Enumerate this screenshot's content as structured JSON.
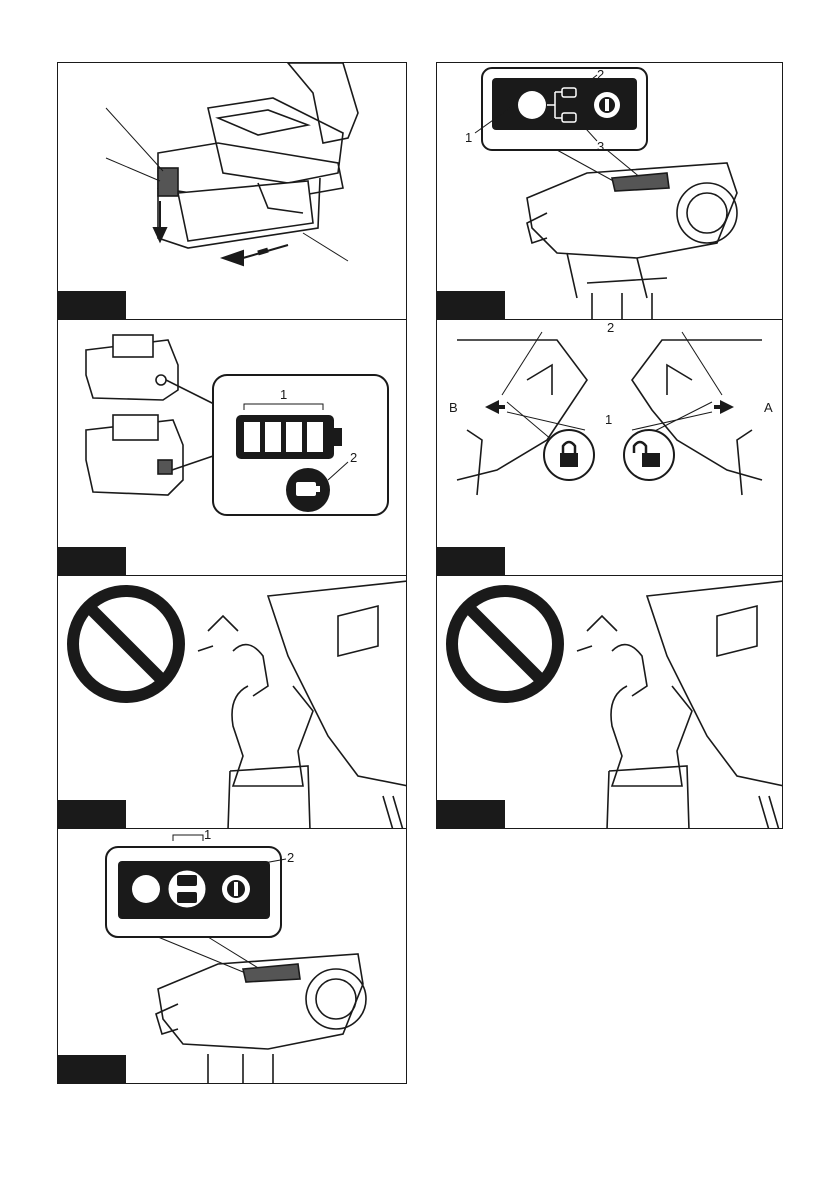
{
  "figures": [
    {
      "callouts": []
    },
    {
      "callouts": [
        "1",
        "2",
        "3"
      ]
    },
    {
      "callouts": [
        "1",
        "2"
      ]
    },
    {
      "callouts": [
        "2",
        "1",
        "B",
        "A"
      ]
    },
    {
      "callouts": []
    },
    {
      "callouts": []
    },
    {
      "callouts": [
        "1",
        "2"
      ]
    }
  ]
}
